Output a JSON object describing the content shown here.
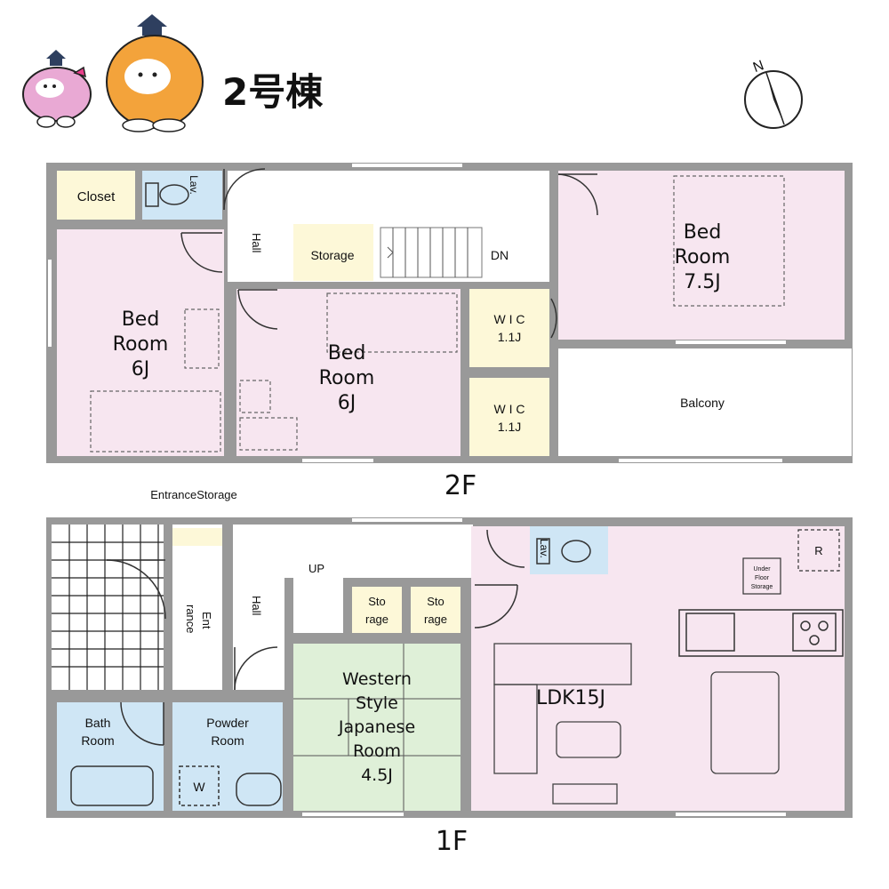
{
  "building": {
    "title": "2号棟"
  },
  "compass": {
    "north": "N"
  },
  "floors": {
    "second": {
      "label": "2F",
      "rooms": {
        "closet": "Closet",
        "lav": "Lav.",
        "hall": "Hall",
        "storage": "Storage",
        "dn": "DN",
        "bed_left": [
          "Bed",
          "Room",
          "6J"
        ],
        "bed_center": [
          "Bed",
          "Room",
          "6J"
        ],
        "bed_right": [
          "Bed",
          "Room",
          "7.5J"
        ],
        "wic_upper": [
          "W I C",
          "1.1J"
        ],
        "wic_lower": [
          "W I C",
          "1.1J"
        ],
        "balcony": "Balcony"
      }
    },
    "first": {
      "label": "1F",
      "rooms": {
        "entrance_storage": "EntranceStorage",
        "entrance": [
          "Ent",
          "rance"
        ],
        "hall": "Hall",
        "up": "UP",
        "storage_a": [
          "Sto",
          "rage"
        ],
        "storage_b": [
          "Sto",
          "rage"
        ],
        "lav": "Lav.",
        "under_floor": [
          "Under",
          "Floor",
          "Storage"
        ],
        "refrigerator": "R",
        "washer": "W",
        "bath": [
          "Bath",
          "Room"
        ],
        "powder": [
          "Powder",
          "Room"
        ],
        "japanese": [
          "Western",
          "Style",
          "Japanese",
          "Room",
          "4.5J"
        ],
        "ldk": "LDK15J"
      }
    }
  }
}
